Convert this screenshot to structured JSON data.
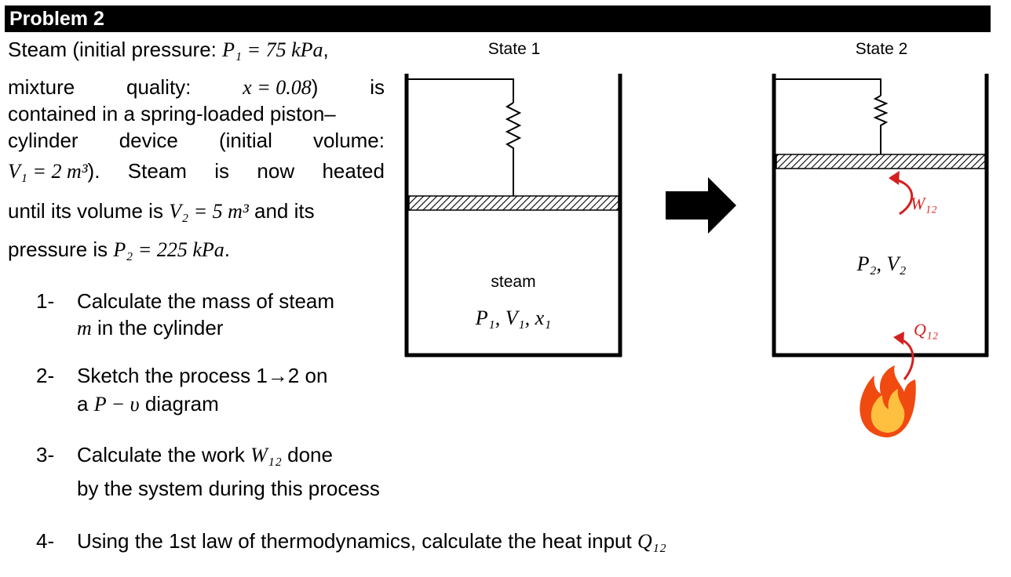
{
  "header": {
    "title": "Problem 2"
  },
  "intro": {
    "l1_text": "Steam (initial pressure:",
    "l1_math": "P₁ = 75 kPa",
    "l1_end": ",",
    "l2_a": "mixture",
    "l2_b": "quality:",
    "l2_math": "x = 0.08",
    "l2_c": ")",
    "l2_d": "is",
    "l3": "contained in a spring-loaded piston–",
    "l4_a": "cylinder",
    "l4_b": "device",
    "l4_c": "(initial",
    "l4_d": "volume:",
    "l5_math": "V₁ = 2 m³",
    "l5_a": ").",
    "l5_b": "Steam",
    "l5_c": "is",
    "l5_d": "now",
    "l5_e": "heated",
    "l6_a": "until its volume is",
    "l6_math": "V₂ = 5 m³",
    "l6_b": "and its",
    "l7_a": "pressure is",
    "l7_math": "P₂ = 225 kPa",
    "l7_b": "."
  },
  "tasks": [
    {
      "num": "1-",
      "line1": "Calculate the mass of steam",
      "line2_math": "m",
      "line2": "in the cylinder"
    },
    {
      "num": "2-",
      "line1": "Sketch the process 1→2 on",
      "line2_pre": "a",
      "line2_math": "P − υ",
      "line2": "diagram"
    },
    {
      "num": "3-",
      "line1": "Calculate the work",
      "line1_math": "W₁₂",
      "line1_end": "done",
      "line2": "by the system during this process"
    },
    {
      "num": "4-",
      "line1": "Using the 1st law of thermodynamics, calculate the heat input",
      "line1_math": "Q₁₂"
    }
  ],
  "diagram": {
    "state1_label": "State 1",
    "state2_label": "State 2",
    "steam_label": "steam",
    "state1_props": "P₁, V₁, x₁",
    "state2_props": "P₂, V₂",
    "work_label": "W₁₂",
    "heat_label": "Q₁₂",
    "arrow_color": "#d42020",
    "flame_outer": "#f04a10",
    "flame_inner": "#ffc040"
  }
}
